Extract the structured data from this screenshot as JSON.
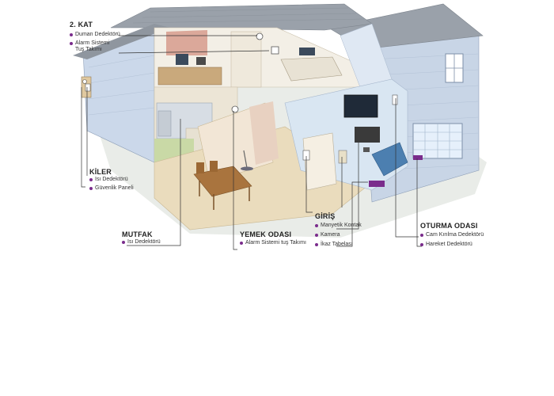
{
  "rooms": {
    "kat2": {
      "title": "2. KAT",
      "items": [
        "Duman Dedektörü",
        "Alarm Sistemi",
        "Tuş Takımı"
      ]
    },
    "kiler": {
      "title": "KİLER",
      "items": [
        "Isı Dedektörü",
        "Güvenlik Paneli"
      ]
    },
    "mutfak": {
      "title": "MUTFAK",
      "items": [
        "Isı Dedektörü"
      ]
    },
    "yemek": {
      "title": "YEMEK ODASI",
      "items": [
        "Alarm Sistemi tuş Takımı"
      ]
    },
    "giris": {
      "title": "GİRİŞ",
      "items": [
        "Manyetik Kontak",
        "Kamera",
        "İkaz Tabelası"
      ]
    },
    "oturma": {
      "title": "OTURMA ODASI",
      "items": [
        "Cam Kırılma Dedektörü",
        "Hareket Dedektörü"
      ]
    }
  },
  "colors": {
    "bullet": "#7a2c8c",
    "roof": "#9aa0a8",
    "siding": "#c9d6e8",
    "floor": "#e8d9b8",
    "leader": "#333333"
  },
  "icons": [
    "smoke-detector-icon",
    "keypad-icon",
    "security-panel-icon",
    "motion-detector-icon",
    "camera-icon",
    "warning-sign-icon"
  ]
}
